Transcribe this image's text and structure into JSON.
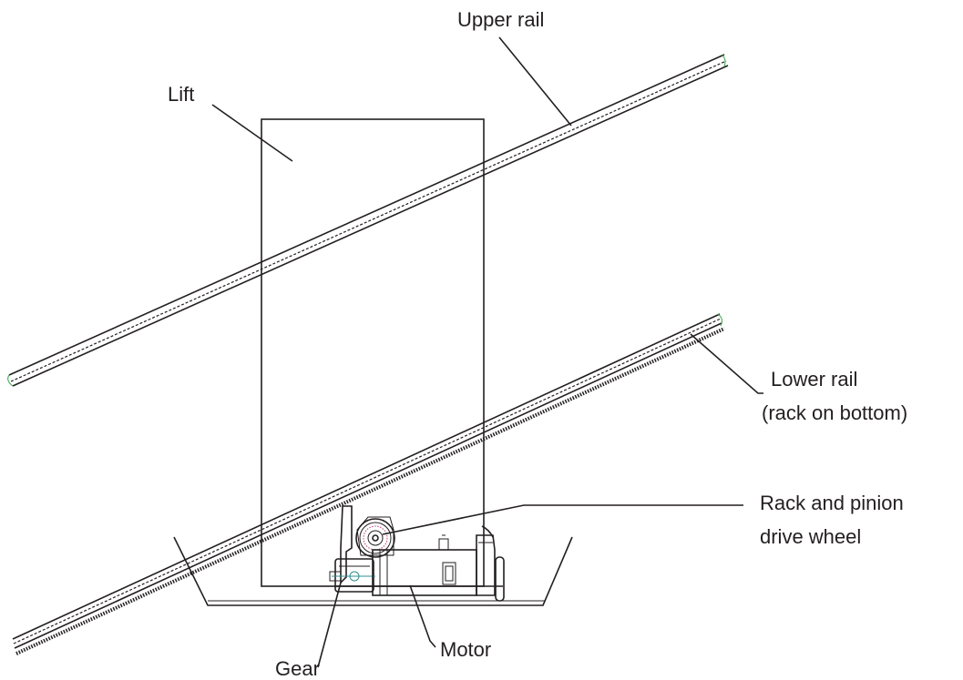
{
  "labels": {
    "upper_rail": "Upper rail",
    "lift": "Lift",
    "lower_rail": "Lower rail",
    "lower_rail_note": "(rack on bottom)",
    "rack_pinion_line1": "Rack and pinion",
    "rack_pinion_line2": "drive wheel",
    "gear": "Gear",
    "motor": "Motor"
  },
  "colors": {
    "line": "#231f20",
    "rail_end_marker": "#3aa64a",
    "pinion_detail": "#c0397a",
    "gear_detail": "#2f8f8f"
  }
}
